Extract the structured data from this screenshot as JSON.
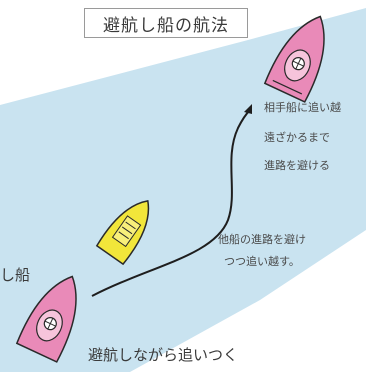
{
  "title": "避航し船の航法",
  "labels": {
    "left_ship": "し船",
    "bottom_caption": "避航しながら追いつく",
    "mid_note_line1": "他船の進路を避け",
    "mid_note_line2": "つつ追い越す。",
    "top_note_line1": "相手船に追い越",
    "top_note_line2": "遠ざかるまで",
    "top_note_line3": "進路を避ける"
  },
  "colors": {
    "river": "#c9e3f0",
    "pink_hull": "#e98ab8",
    "yellow_hull": "#f2e63a",
    "outline": "#2a2a2a"
  }
}
